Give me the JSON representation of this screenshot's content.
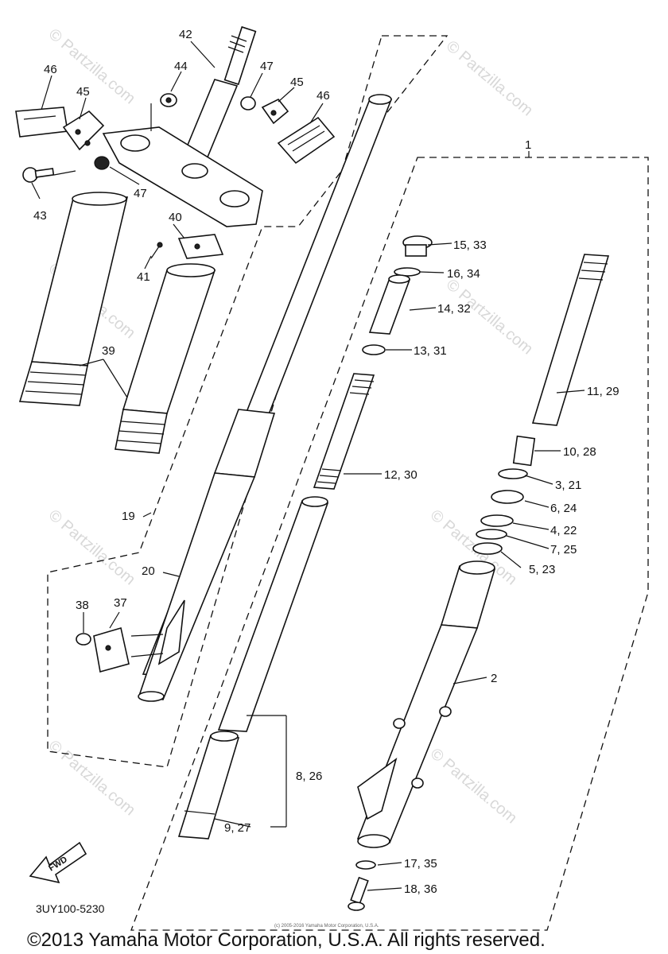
{
  "diagram": {
    "watermark": "© Partzilla.com",
    "labels": {
      "p1": "1",
      "p2": "2",
      "p3_21": "3, 21",
      "p4_22": "4, 22",
      "p5_23": "5, 23",
      "p6_24": "6, 24",
      "p7_25": "7, 25",
      "p8_26": "8, 26",
      "p9_27": "9, 27",
      "p10_28": "10, 28",
      "p11_29": "11, 29",
      "p12_30": "12, 30",
      "p13_31": "13, 31",
      "p14_32": "14, 32",
      "p15_33": "15, 33",
      "p16_34": "16, 34",
      "p17_35": "17, 35",
      "p18_36": "18, 36",
      "p19": "19",
      "p20": "20",
      "p37": "37",
      "p38": "38",
      "p39": "39",
      "p40": "40",
      "p41": "41",
      "p42": "42",
      "p43": "43",
      "p44": "44",
      "p45a": "45",
      "p45b": "45",
      "p46a": "46",
      "p46b": "46",
      "p47a": "47",
      "p47b": "47"
    },
    "fwd_label": "FWD",
    "diagram_code": "3UY100-5230",
    "small_notice": "(c) 2005-2016 Yamaha Motor Corporation, U.S.A.",
    "copyright": "©2013 Yamaha Motor Corporation, U.S.A. All rights reserved."
  }
}
